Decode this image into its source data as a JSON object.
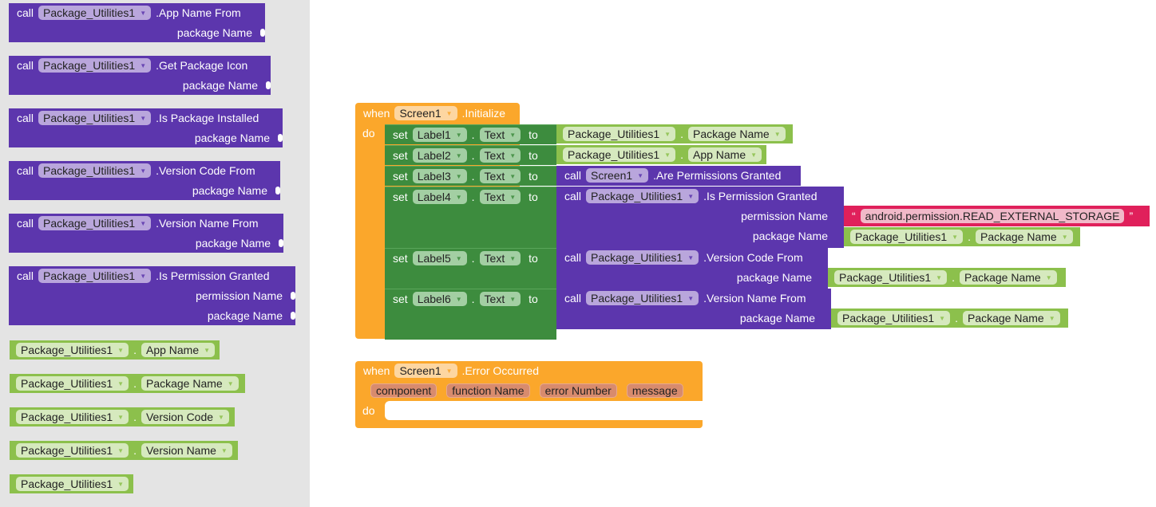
{
  "palette": {
    "calls": [
      {
        "kw": "call",
        "comp": "Package_Utilities1",
        "method": ".App Name From",
        "params": [
          "package Name"
        ]
      },
      {
        "kw": "call",
        "comp": "Package_Utilities1",
        "method": ".Get Package Icon",
        "params": [
          "package Name"
        ]
      },
      {
        "kw": "call",
        "comp": "Package_Utilities1",
        "method": ".Is Package Installed",
        "params": [
          "package Name"
        ]
      },
      {
        "kw": "call",
        "comp": "Package_Utilities1",
        "method": ".Version Code From",
        "params": [
          "package Name"
        ]
      },
      {
        "kw": "call",
        "comp": "Package_Utilities1",
        "method": ".Version Name From",
        "params": [
          "package Name"
        ]
      },
      {
        "kw": "call",
        "comp": "Package_Utilities1",
        "method": ".Is Permission Granted",
        "params": [
          "permission Name",
          "package Name"
        ]
      }
    ],
    "getters": [
      {
        "comp": "Package_Utilities1",
        "prop": "App Name"
      },
      {
        "comp": "Package_Utilities1",
        "prop": "Package Name"
      },
      {
        "comp": "Package_Utilities1",
        "prop": "Version Code"
      },
      {
        "comp": "Package_Utilities1",
        "prop": "Version Name"
      },
      {
        "comp": "Package_Utilities1"
      }
    ],
    "dot": "."
  },
  "init": {
    "when": "when",
    "comp": "Screen1",
    "event": ".Initialize",
    "do": "do",
    "sets": [
      {
        "set": "set",
        "label": "Label1",
        "prop": "Text",
        "to": "to",
        "value": {
          "comp": "Package_Utilities1",
          "prop": "Package Name"
        }
      },
      {
        "set": "set",
        "label": "Label2",
        "prop": "Text",
        "to": "to",
        "value": {
          "comp": "Package_Utilities1",
          "prop": "App Name"
        }
      },
      {
        "set": "set",
        "label": "Label3",
        "prop": "Text",
        "to": "to",
        "value": {
          "kw": "call",
          "comp": "Screen1",
          "method": ".Are Permissions Granted"
        }
      },
      {
        "set": "set",
        "label": "Label4",
        "prop": "Text",
        "to": "to",
        "value": {
          "kw": "call",
          "comp": "Package_Utilities1",
          "method": ".Is Permission Granted",
          "p1": "permission Name",
          "string": "android.permission.READ_EXTERNAL_STORAGE",
          "p2": "package Name",
          "arg": {
            "comp": "Package_Utilities1",
            "prop": "Package Name"
          }
        }
      },
      {
        "set": "set",
        "label": "Label5",
        "prop": "Text",
        "to": "to",
        "value": {
          "kw": "call",
          "comp": "Package_Utilities1",
          "method": ".Version Code From",
          "p1": "package Name",
          "arg": {
            "comp": "Package_Utilities1",
            "prop": "Package Name"
          }
        }
      },
      {
        "set": "set",
        "label": "Label6",
        "prop": "Text",
        "to": "to",
        "value": {
          "kw": "call",
          "comp": "Package_Utilities1",
          "method": ".Version Name From",
          "p1": "package Name",
          "arg": {
            "comp": "Package_Utilities1",
            "prop": "Package Name"
          }
        }
      }
    ]
  },
  "error": {
    "when": "when",
    "comp": "Screen1",
    "event": ".Error Occurred",
    "params": [
      "component",
      "function Name",
      "error Number",
      "message"
    ],
    "do": "do"
  },
  "quote_open": "“",
  "quote_close": "”",
  "colors": {
    "procedure": "#5c36ad",
    "event": "#fba72b",
    "setter": "#3d8c3e",
    "getter": "#8cc04c",
    "text": "#e0205b"
  }
}
